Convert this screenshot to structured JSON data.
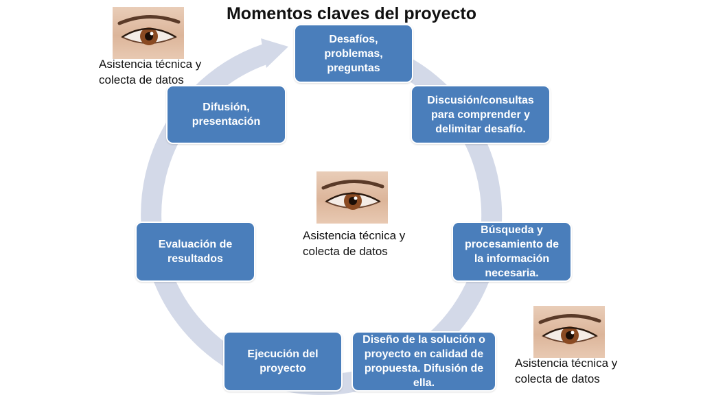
{
  "title": "Momentos claves del proyecto",
  "colors": {
    "box": "#4a7ebb",
    "ring": "#d3d9e8",
    "text_on_box": "#ffffff"
  },
  "steps": [
    "Desafíos, problemas, preguntas",
    "Discusión/consultas para comprender y delimitar desafío.",
    "Búsqueda y procesamiento de la información necesaria.",
    "Diseño de la solución o proyecto en calidad de propuesta. Difusión de ella.",
    "Ejecución del proyecto",
    "Evaluación de resultados",
    "Difusión, presentación"
  ],
  "annotations": [
    {
      "icon": "eye-icon",
      "caption": "Asistencia técnica y colecta de datos"
    },
    {
      "icon": "eye-icon",
      "caption": "Asistencia técnica y colecta de datos"
    },
    {
      "icon": "eye-icon",
      "caption": "Asistencia técnica y colecta de datos"
    }
  ]
}
